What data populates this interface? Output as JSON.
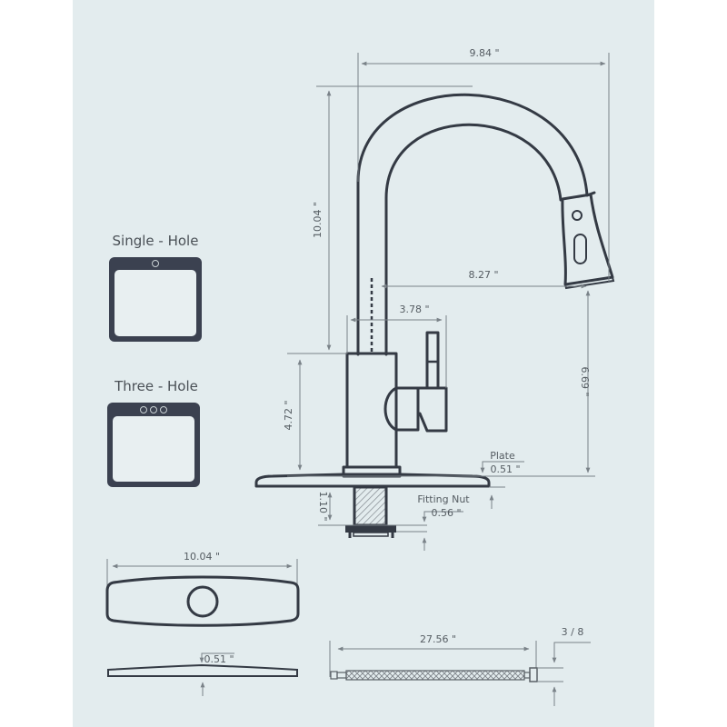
{
  "colors": {
    "background": "#e3ecee",
    "page": "#ffffff",
    "part_stroke": "#343a44",
    "dimension_line": "#7a8288",
    "label_text": "#555c62",
    "sink_fill": "#3b4150"
  },
  "faucet": {
    "dimensions": {
      "overall_reach": "9.84 \"",
      "spout_height": "10.04 \"",
      "spout_reach": "8.27 \"",
      "handle_width": "3.78 \"",
      "body_height": "4.72 \"",
      "spout_clearance": "6.69 \"",
      "shank_length": "1.10 \""
    },
    "plate_label": "Plate",
    "plate_thickness": "0.51 \"",
    "fitting_nut_label": "Fitting Nut",
    "fitting_nut_thickness": "0.56 \""
  },
  "sink_types": [
    {
      "label": "Single - Hole",
      "holes": 1
    },
    {
      "label": "Three - Hole",
      "holes": 3
    }
  ],
  "deck_plate": {
    "width": "10.04 \"",
    "thickness": "0.51 \""
  },
  "supply_hose": {
    "length": "27.56 \"",
    "connector_size": "3 / 8"
  }
}
